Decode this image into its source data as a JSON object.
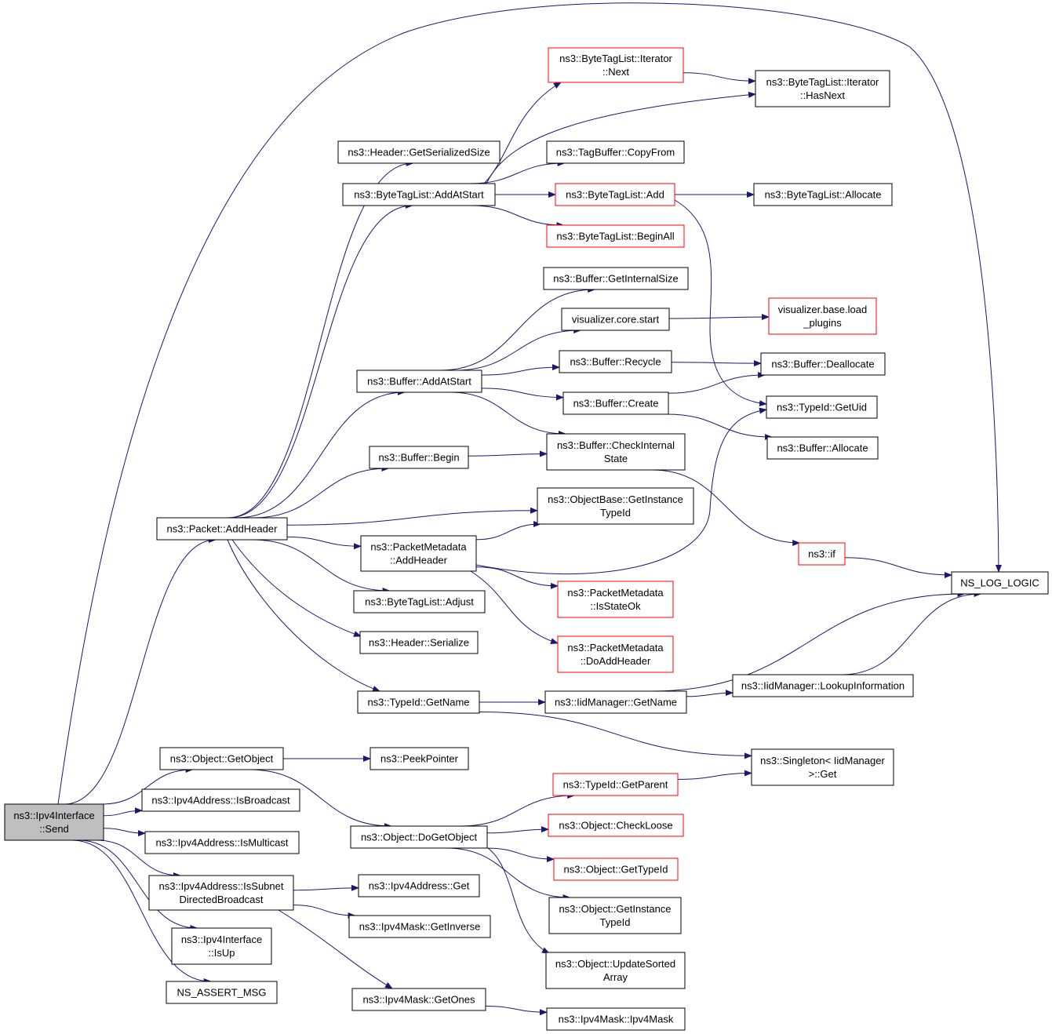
{
  "colors": {
    "edge": "#191970",
    "border_normal": "#000000",
    "border_truncated": "#ff0000",
    "fill_normal": "#ffffff",
    "fill_root": "#bfbfbf"
  },
  "nodes": [
    {
      "id": "send",
      "lines": [
        "ns3::Ipv4Interface",
        "::Send"
      ],
      "style": "root"
    },
    {
      "id": "nslog",
      "lines": [
        "NS_LOG_LOGIC"
      ],
      "style": "normal"
    },
    {
      "id": "getobject",
      "lines": [
        "ns3::Object::GetObject"
      ],
      "style": "normal"
    },
    {
      "id": "isbroadcast",
      "lines": [
        "ns3::Ipv4Address::IsBroadcast"
      ],
      "style": "normal"
    },
    {
      "id": "ismulticast",
      "lines": [
        "ns3::Ipv4Address::IsMulticast"
      ],
      "style": "normal"
    },
    {
      "id": "issubnet",
      "lines": [
        "ns3::Ipv4Address::IsSubnet",
        "DirectedBroadcast"
      ],
      "style": "normal"
    },
    {
      "id": "isup",
      "lines": [
        "ns3::Ipv4Interface",
        "::IsUp"
      ],
      "style": "normal"
    },
    {
      "id": "assert",
      "lines": [
        "NS_ASSERT_MSG"
      ],
      "style": "normal"
    },
    {
      "id": "addheader",
      "lines": [
        "ns3::Packet::AddHeader"
      ],
      "style": "normal"
    },
    {
      "id": "getsersize",
      "lines": [
        "ns3::Header::GetSerializedSize"
      ],
      "style": "normal"
    },
    {
      "id": "btladdatstart",
      "lines": [
        "ns3::ByteTagList::AddAtStart"
      ],
      "style": "normal"
    },
    {
      "id": "bufaddatstart",
      "lines": [
        "ns3::Buffer::AddAtStart"
      ],
      "style": "normal"
    },
    {
      "id": "bufbegin",
      "lines": [
        "ns3::Buffer::Begin"
      ],
      "style": "normal"
    },
    {
      "id": "pmaddheader",
      "lines": [
        "ns3::PacketMetadata",
        "::AddHeader"
      ],
      "style": "normal"
    },
    {
      "id": "btladjust",
      "lines": [
        "ns3::ByteTagList::Adjust"
      ],
      "style": "normal"
    },
    {
      "id": "hdrserialize",
      "lines": [
        "ns3::Header::Serialize"
      ],
      "style": "normal"
    },
    {
      "id": "tidgetname",
      "lines": [
        "ns3::TypeId::GetName"
      ],
      "style": "normal"
    },
    {
      "id": "itnext",
      "lines": [
        "ns3::ByteTagList::Iterator",
        "::Next"
      ],
      "style": "truncated"
    },
    {
      "id": "ithasnext",
      "lines": [
        "ns3::ByteTagList::Iterator",
        "::HasNext"
      ],
      "style": "normal"
    },
    {
      "id": "tbcopyfrom",
      "lines": [
        "ns3::TagBuffer::CopyFrom"
      ],
      "style": "normal"
    },
    {
      "id": "btladd",
      "lines": [
        "ns3::ByteTagList::Add"
      ],
      "style": "truncated"
    },
    {
      "id": "btlallocate",
      "lines": [
        "ns3::ByteTagList::Allocate"
      ],
      "style": "normal"
    },
    {
      "id": "btlbeginall",
      "lines": [
        "ns3::ByteTagList::BeginAll"
      ],
      "style": "truncated"
    },
    {
      "id": "bufgetintsize",
      "lines": [
        "ns3::Buffer::GetInternalSize"
      ],
      "style": "normal"
    },
    {
      "id": "viscorestart",
      "lines": [
        "visualizer.core.start"
      ],
      "style": "normal"
    },
    {
      "id": "visloadplugins",
      "lines": [
        "visualizer.base.load",
        "_plugins"
      ],
      "style": "truncated"
    },
    {
      "id": "bufrecycle",
      "lines": [
        "ns3::Buffer::Recycle"
      ],
      "style": "normal"
    },
    {
      "id": "bufdealloc",
      "lines": [
        "ns3::Buffer::Deallocate"
      ],
      "style": "normal"
    },
    {
      "id": "bufcreate",
      "lines": [
        "ns3::Buffer::Create"
      ],
      "style": "normal"
    },
    {
      "id": "tidgetuid",
      "lines": [
        "ns3::TypeId::GetUid"
      ],
      "style": "normal"
    },
    {
      "id": "bufallocate",
      "lines": [
        "ns3::Buffer::Allocate"
      ],
      "style": "normal"
    },
    {
      "id": "bufcheckint",
      "lines": [
        "ns3::Buffer::CheckInternal",
        "State"
      ],
      "style": "normal"
    },
    {
      "id": "obgetinsttid",
      "lines": [
        "ns3::ObjectBase::GetInstance",
        "TypeId"
      ],
      "style": "normal"
    },
    {
      "id": "nsif",
      "lines": [
        "ns3::if"
      ],
      "style": "truncated"
    },
    {
      "id": "pmisstateok",
      "lines": [
        "ns3::PacketMetadata",
        "::IsStateOk"
      ],
      "style": "truncated"
    },
    {
      "id": "pmdoaddheader",
      "lines": [
        "ns3::PacketMetadata",
        "::DoAddHeader"
      ],
      "style": "truncated"
    },
    {
      "id": "iidgetname",
      "lines": [
        "ns3::IidManager::GetName"
      ],
      "style": "normal"
    },
    {
      "id": "iidlookup",
      "lines": [
        "ns3::IidManager::LookupInformation"
      ],
      "style": "normal"
    },
    {
      "id": "singletonget",
      "lines": [
        "ns3::Singleton< IidManager",
        ">::Get"
      ],
      "style": "normal"
    },
    {
      "id": "peekpointer",
      "lines": [
        "ns3::PeekPointer"
      ],
      "style": "normal"
    },
    {
      "id": "dogetobject",
      "lines": [
        "ns3::Object::DoGetObject"
      ],
      "style": "normal"
    },
    {
      "id": "tidgetparent",
      "lines": [
        "ns3::TypeId::GetParent"
      ],
      "style": "truncated"
    },
    {
      "id": "checkloose",
      "lines": [
        "ns3::Object::CheckLoose"
      ],
      "style": "truncated"
    },
    {
      "id": "objgettid",
      "lines": [
        "ns3::Object::GetTypeId"
      ],
      "style": "truncated"
    },
    {
      "id": "objgetinsttid",
      "lines": [
        "ns3::Object::GetInstance",
        "TypeId"
      ],
      "style": "normal"
    },
    {
      "id": "updatesorted",
      "lines": [
        "ns3::Object::UpdateSorted",
        "Array"
      ],
      "style": "normal"
    },
    {
      "id": "ipv4addrget",
      "lines": [
        "ns3::Ipv4Address::Get"
      ],
      "style": "normal"
    },
    {
      "id": "maskgetinverse",
      "lines": [
        "ns3::Ipv4Mask::GetInverse"
      ],
      "style": "normal"
    },
    {
      "id": "maskgetones",
      "lines": [
        "ns3::Ipv4Mask::GetOnes"
      ],
      "style": "normal"
    },
    {
      "id": "maskctor",
      "lines": [
        "ns3::Ipv4Mask::Ipv4Mask"
      ],
      "style": "normal"
    }
  ],
  "edges": [
    [
      "send",
      "nslog"
    ],
    [
      "send",
      "addheader"
    ],
    [
      "send",
      "getobject"
    ],
    [
      "send",
      "isbroadcast"
    ],
    [
      "send",
      "ismulticast"
    ],
    [
      "send",
      "issubnet"
    ],
    [
      "send",
      "isup"
    ],
    [
      "send",
      "assert"
    ],
    [
      "addheader",
      "getsersize"
    ],
    [
      "addheader",
      "btladdatstart"
    ],
    [
      "addheader",
      "bufaddatstart"
    ],
    [
      "addheader",
      "bufbegin"
    ],
    [
      "addheader",
      "obgetinsttid"
    ],
    [
      "addheader",
      "pmaddheader"
    ],
    [
      "addheader",
      "btladjust"
    ],
    [
      "addheader",
      "hdrserialize"
    ],
    [
      "addheader",
      "tidgetname"
    ],
    [
      "btladdatstart",
      "itnext"
    ],
    [
      "btladdatstart",
      "ithasnext"
    ],
    [
      "btladdatstart",
      "tbcopyfrom"
    ],
    [
      "btladdatstart",
      "btladd"
    ],
    [
      "btladdatstart",
      "btlbeginall"
    ],
    [
      "itnext",
      "ithasnext"
    ],
    [
      "btladd",
      "btlallocate"
    ],
    [
      "btladd",
      "tidgetuid"
    ],
    [
      "bufaddatstart",
      "bufgetintsize"
    ],
    [
      "bufaddatstart",
      "viscorestart"
    ],
    [
      "bufaddatstart",
      "bufrecycle"
    ],
    [
      "bufaddatstart",
      "bufcreate"
    ],
    [
      "bufaddatstart",
      "bufcheckint"
    ],
    [
      "viscorestart",
      "visloadplugins"
    ],
    [
      "bufrecycle",
      "bufdealloc"
    ],
    [
      "bufcreate",
      "bufdealloc"
    ],
    [
      "bufcreate",
      "bufallocate"
    ],
    [
      "bufbegin",
      "bufcheckint"
    ],
    [
      "bufcheckint",
      "nsif"
    ],
    [
      "nsif",
      "nslog"
    ],
    [
      "pmaddheader",
      "obgetinsttid"
    ],
    [
      "pmaddheader",
      "tidgetuid"
    ],
    [
      "pmaddheader",
      "pmisstateok"
    ],
    [
      "pmaddheader",
      "pmdoaddheader"
    ],
    [
      "tidgetname",
      "iidgetname"
    ],
    [
      "tidgetname",
      "singletonget"
    ],
    [
      "iidgetname",
      "iidlookup"
    ],
    [
      "iidgetname",
      "nslog"
    ],
    [
      "iidlookup",
      "nslog"
    ],
    [
      "getobject",
      "peekpointer"
    ],
    [
      "getobject",
      "dogetobject"
    ],
    [
      "dogetobject",
      "tidgetparent"
    ],
    [
      "dogetobject",
      "checkloose"
    ],
    [
      "dogetobject",
      "objgettid"
    ],
    [
      "dogetobject",
      "objgetinsttid"
    ],
    [
      "dogetobject",
      "updatesorted"
    ],
    [
      "tidgetparent",
      "singletonget"
    ],
    [
      "issubnet",
      "ipv4addrget"
    ],
    [
      "issubnet",
      "maskgetinverse"
    ],
    [
      "issubnet",
      "maskgetones"
    ],
    [
      "maskgetones",
      "maskctor"
    ]
  ]
}
